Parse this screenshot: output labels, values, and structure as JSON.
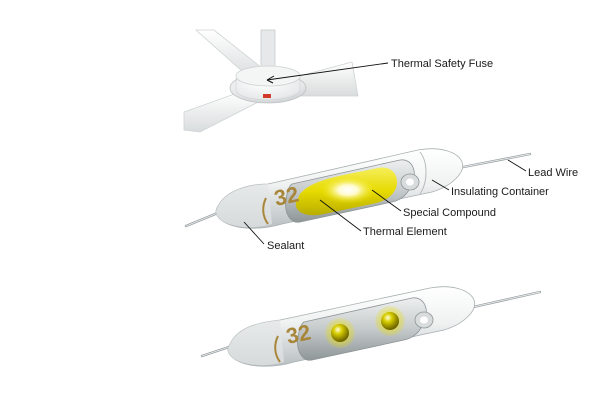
{
  "labels": {
    "thermal_safety_fuse": "Thermal Safety Fuse",
    "lead_wire": "Lead Wire",
    "insulating_container": "Insulating Container",
    "special_compound": "Special Compound",
    "thermal_element": "Thermal Element",
    "sealant": "Sealant"
  },
  "marking": "32",
  "colors": {
    "compound_yellow": "#ece100",
    "marking_gold": "#a8863a",
    "body_white": "#f1f3f3",
    "leader_line": "#111111"
  }
}
